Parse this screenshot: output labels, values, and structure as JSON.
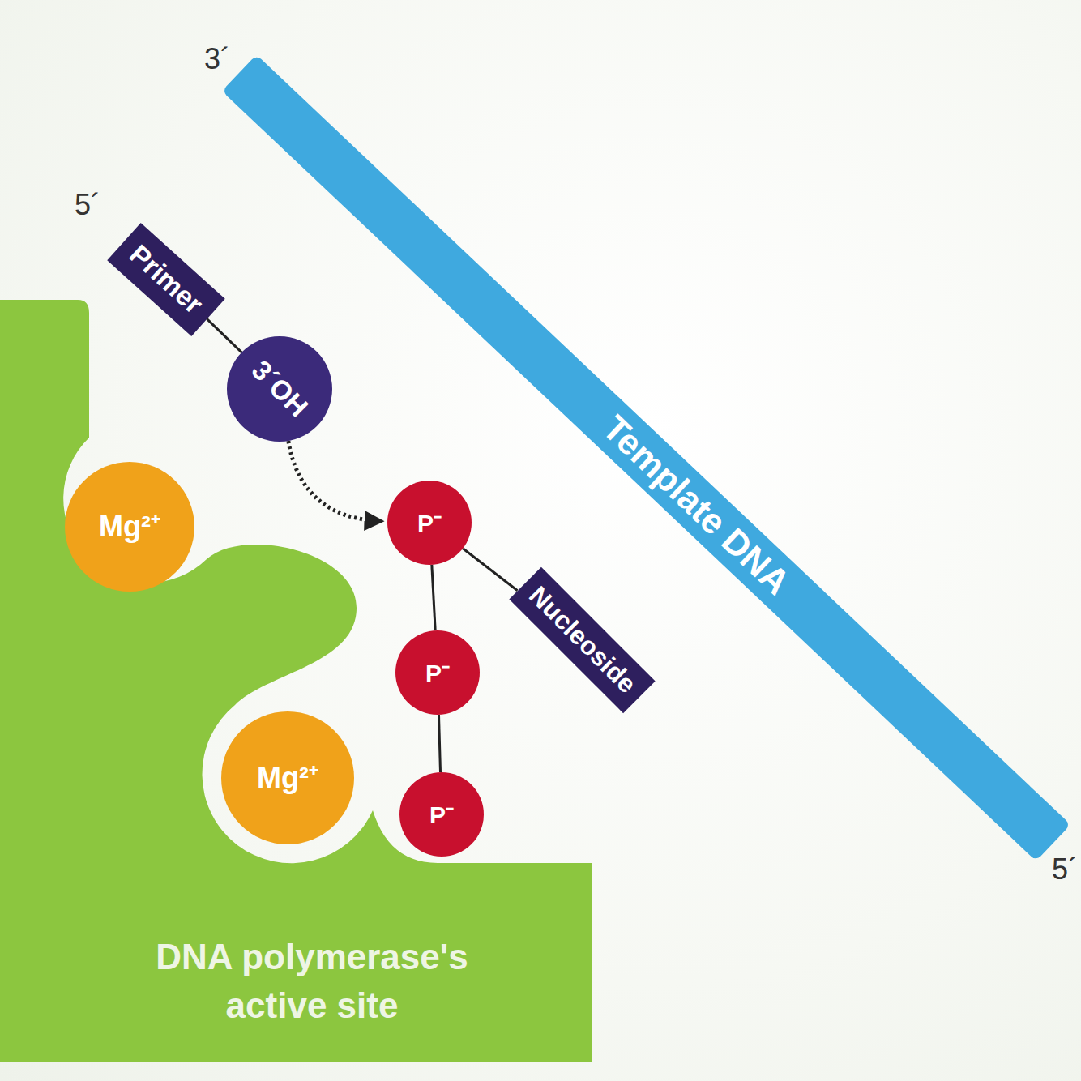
{
  "diagram": {
    "nodes": [
      {
        "text": [
          "Template DNA"
        ]
      },
      {
        "text": [
          "Primer"
        ]
      },
      {
        "text": [
          "3´OH"
        ]
      },
      {
        "text": [
          "DNA polymerase's active site"
        ]
      },
      {
        "text": [
          "Mg²⁺"
        ]
      },
      {
        "text": [
          "P⁻"
        ]
      },
      {
        "text": [
          "Nucleoside"
        ]
      },
      {
        "text": [
          "P⁻"
        ]
      },
      {
        "text": [
          "Mg²⁺"
        ]
      },
      {
        "text": [
          "P⁻"
        ]
      }
    ],
    "edges": [
      {
        "from": 1,
        "to": 2,
        "arrow": "none"
      },
      {
        "from": 2,
        "to": 5,
        "arrow": "to"
      },
      {
        "from": 5,
        "to": 6,
        "arrow": "none"
      },
      {
        "from": 5,
        "to": 7,
        "arrow": "none"
      },
      {
        "from": 7,
        "to": 9,
        "arrow": "none"
      }
    ],
    "labels": [
      "3´",
      "5´",
      "5´"
    ]
  }
}
